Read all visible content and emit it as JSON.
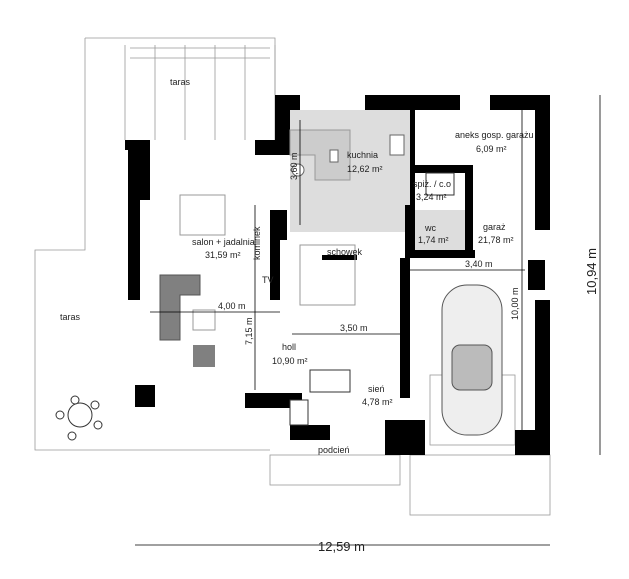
{
  "rooms": {
    "taras_top": {
      "name": "taras"
    },
    "taras_left": {
      "name": "taras"
    },
    "kuchnia": {
      "name": "kuchnia",
      "area": "12,62 m²"
    },
    "aneks": {
      "name": "aneks gosp. garażu",
      "area": "6,09 m²"
    },
    "spiz": {
      "name": "spiż. / c.o",
      "area": "3,24 m²"
    },
    "wc": {
      "name": "wc",
      "area": "1,74 m²"
    },
    "garaz": {
      "name": "garaż",
      "area": "21,78 m²"
    },
    "salon": {
      "name": "salon + jadalnia",
      "area": "31,59 m²"
    },
    "schowek": {
      "name": "schowek"
    },
    "kominek": {
      "name": "kominek"
    },
    "tv": {
      "name": "TV"
    },
    "holl": {
      "name": "holl",
      "area": "10,90 m²"
    },
    "sien": {
      "name": "sień",
      "area": "4,78 m²"
    },
    "podcien": {
      "name": "podcień"
    }
  },
  "dimensions": {
    "kitchen_depth": "3,60 m",
    "garage_width": "3,40 m",
    "garage_depth": "10,00 m",
    "salon_width": "4,00 m",
    "salon_depth": "7,15 m",
    "hall_width": "3,50 m",
    "total_width": "12,59 m",
    "total_depth": "10,94 m"
  },
  "colors": {
    "walls": "#000000",
    "kitchen_floor": "#d9d9d9",
    "furniture": "#808080"
  }
}
